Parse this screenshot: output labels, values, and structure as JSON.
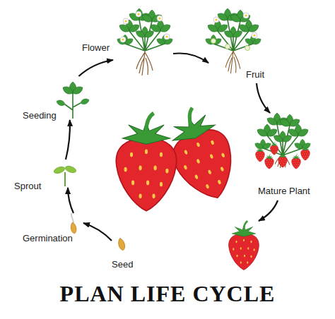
{
  "diagram": {
    "title": "PLAN LIFE CYCLE",
    "nodes": [
      {
        "text": [
          "Seed"
        ]
      },
      {
        "text": [
          "Germination"
        ]
      },
      {
        "text": [
          "Sprout"
        ]
      },
      {
        "text": [
          "Seeding"
        ]
      },
      {
        "text": [
          "Flower"
        ]
      },
      {
        "text": [
          "Fruit"
        ]
      },
      {
        "text": [
          "Mature Plant"
        ]
      }
    ],
    "edges": [
      {
        "from": 0,
        "to": 1,
        "arrow": "to"
      },
      {
        "from": 1,
        "to": 2,
        "arrow": "to"
      },
      {
        "from": 2,
        "to": 3,
        "arrow": "to"
      },
      {
        "from": 3,
        "to": 4,
        "arrow": "to"
      },
      {
        "from": 4,
        "to": 5,
        "arrow": "to"
      },
      {
        "from": 5,
        "to": 6,
        "arrow": "to"
      }
    ]
  }
}
